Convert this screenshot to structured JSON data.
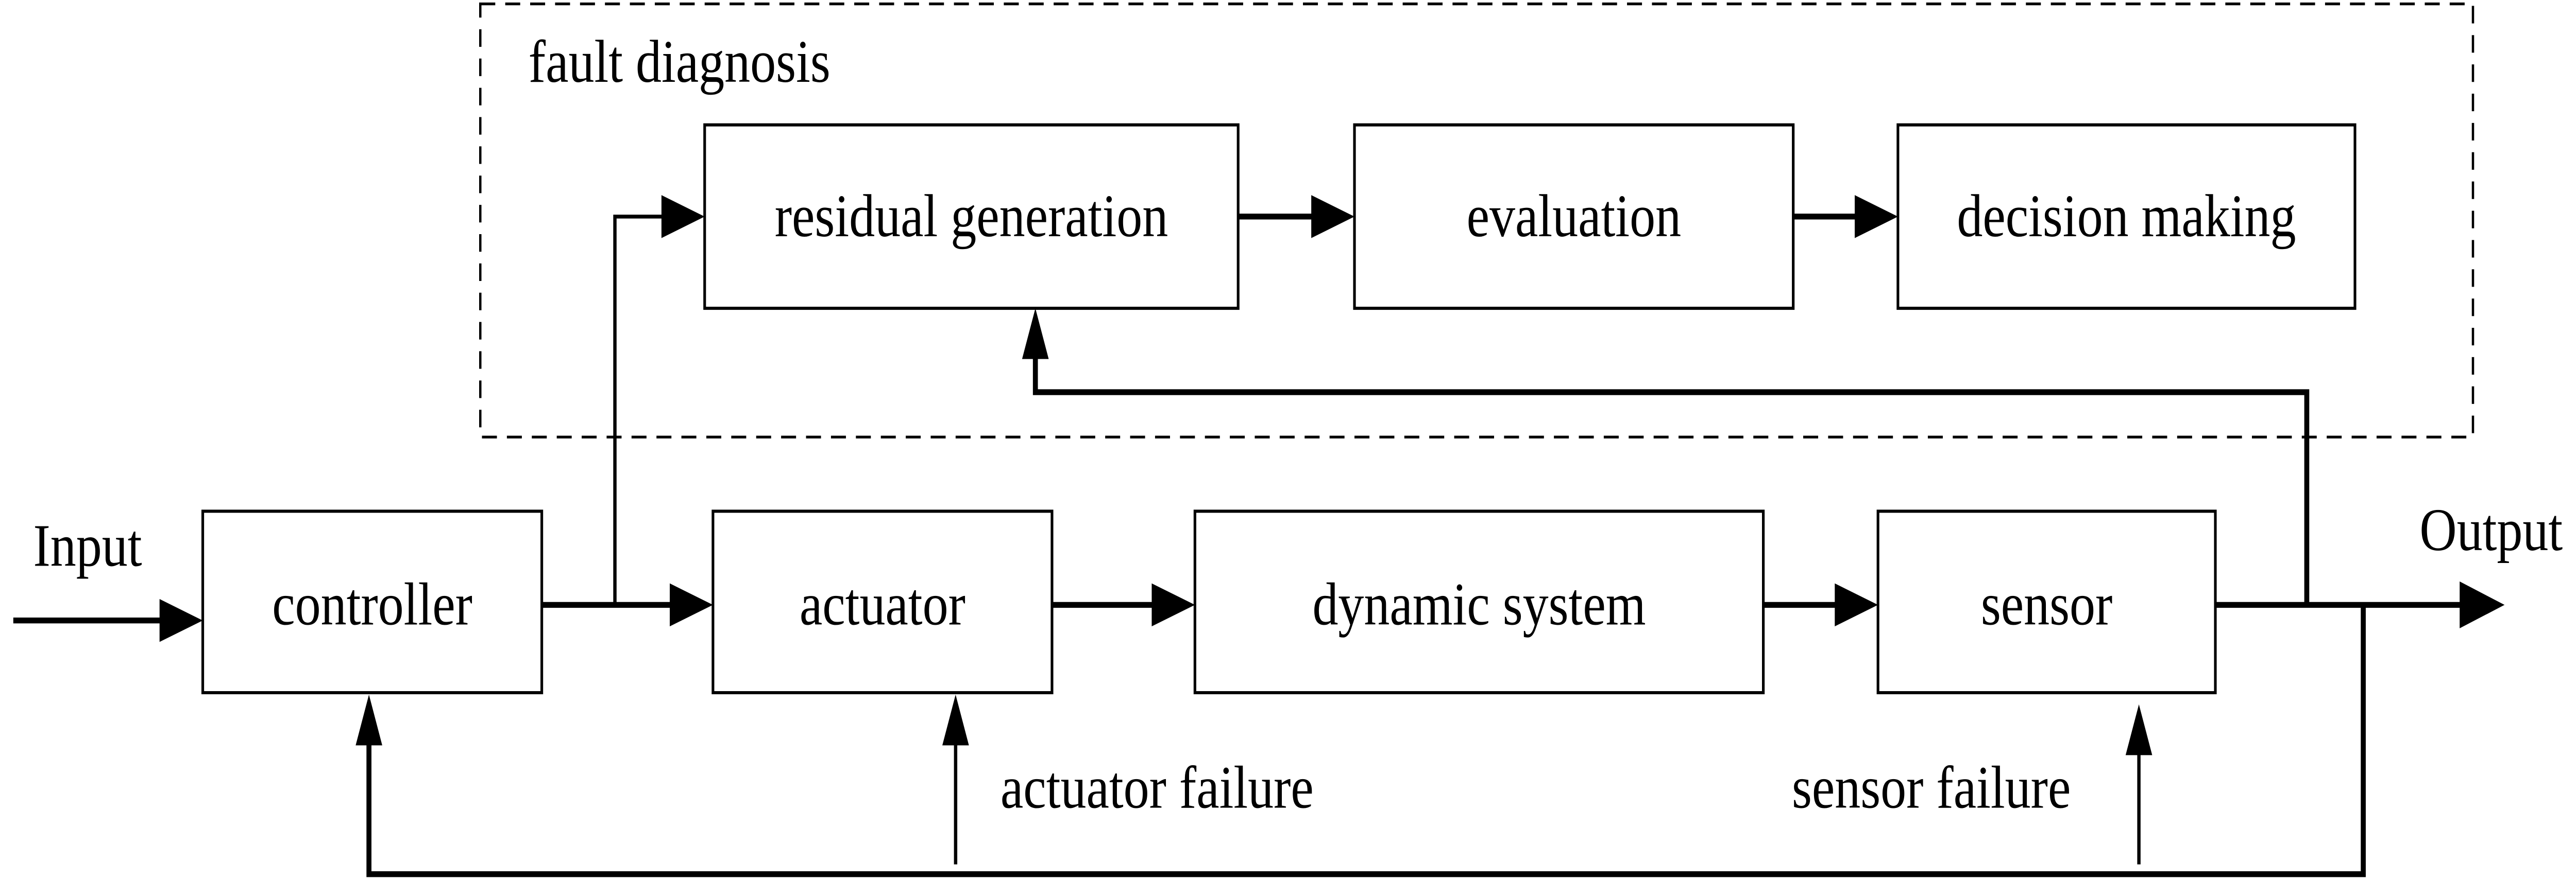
{
  "diagram": {
    "group_label": "fault diagnosis",
    "blocks": {
      "residual": "residual generation",
      "evaluation": "evaluation",
      "decision": "decision making",
      "controller": "controller",
      "actuator": "actuator",
      "dynamic": "dynamic system",
      "sensor": "sensor"
    },
    "labels": {
      "input": "Input",
      "output": "Output",
      "actuator_failure": "actuator failure",
      "sensor_failure": "sensor failure"
    },
    "colors": {
      "stroke": "#000000",
      "background": "#ffffff"
    }
  }
}
